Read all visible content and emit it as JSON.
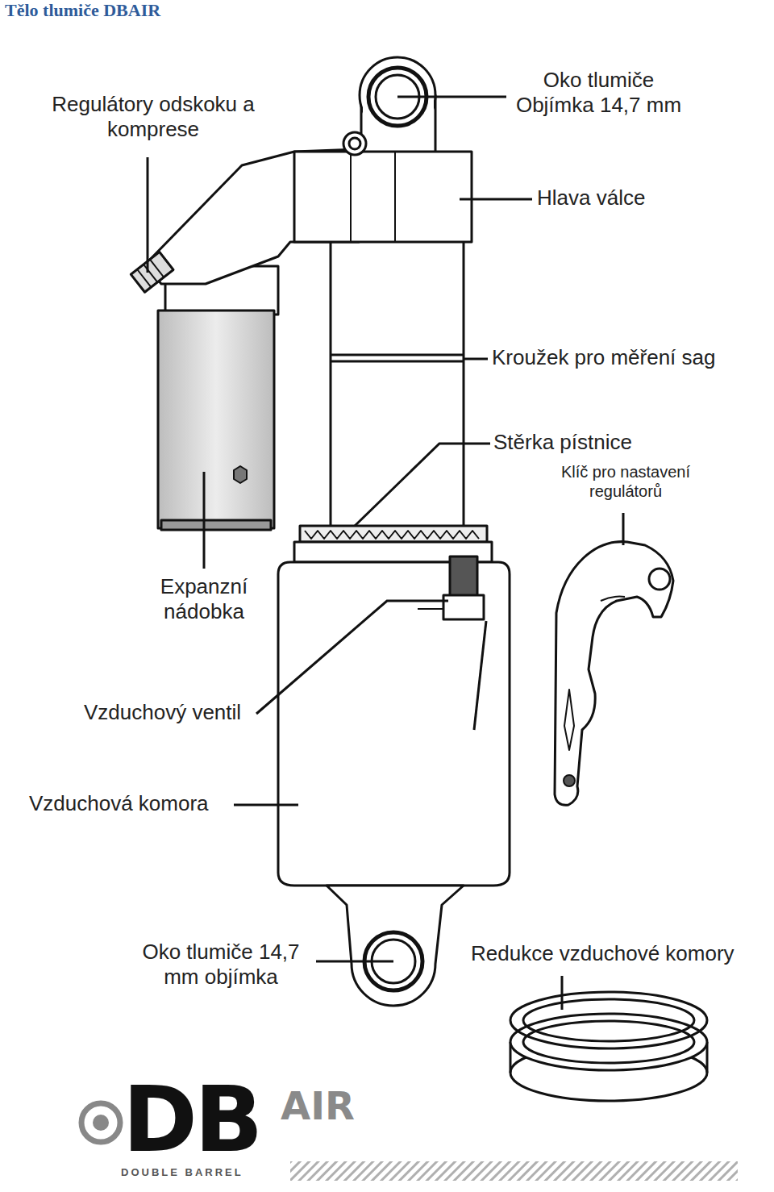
{
  "diagram": {
    "title": "Tělo tlumiče DBAIR",
    "labels": [
      "Regulátory odskoku a komprese",
      "Oko tlumiče Objímka 14,7 mm",
      "Hlava válce",
      "Kroužek pro měření sag",
      "Stěrka pístnice",
      "Klíč pro nastavení regulátorů",
      "Expanzní nádobka",
      "Vzduchový ventil",
      "Vzduchová komora",
      "Oko tlumiče 14,7 mm objímka",
      "Redukce vzduchové komory",
      "DB",
      "AIR",
      "DOUBLE BARREL"
    ]
  }
}
